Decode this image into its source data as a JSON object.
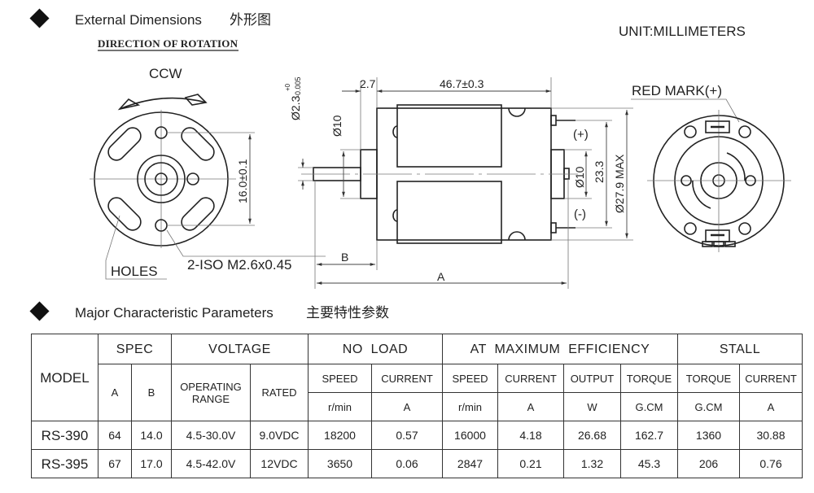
{
  "header": {
    "external_title": "External Dimensions",
    "external_title_cn": "外形图",
    "direction_title": "DIRECTION OF ROTATION",
    "unit": "UNIT:MILLIMETERS",
    "params_title": "Major Characteristic Parameters",
    "params_title_cn": "主要特性参数"
  },
  "front_view": {
    "rotation": "CCW",
    "dim_holes_spacing": "16.0±0.1",
    "holes_label": "HOLES",
    "thread_label": "2-ISO M2.6x0.45"
  },
  "side_view": {
    "shaft_dia": "Ø2.3",
    "shaft_tol_upper": "+0",
    "shaft_tol_lower": "-0.005",
    "boss_dia_front": "Ø10",
    "boss_len": "2.7",
    "body_len": "46.7±0.3",
    "plus": "(+)",
    "minus": "(-)",
    "boss_dia_rear": "Ø10",
    "terminal_spacing": "23.3",
    "body_dia": "Ø27.9 MAX",
    "dim_b": "B",
    "dim_a": "A"
  },
  "rear_view": {
    "red_mark": "RED MARK(+)"
  },
  "table": {
    "h_model": "MODEL",
    "h_spec": "SPEC",
    "h_voltage": "VOLTAGE",
    "h_noload": "NO  LOAD",
    "h_maxeff": "AT  MAXIMUM  EFFICIENCY",
    "h_stall": "STALL",
    "h_a": "A",
    "h_b": "B",
    "h_oprange": "OPERATING RANGE",
    "h_rated": "RATED",
    "h_speed": "SPEED",
    "h_current": "CURRENT",
    "h_output": "OUTPUT",
    "h_torque": "TORQUE",
    "u_rmin": "r/min",
    "u_a": "A",
    "u_w": "W",
    "u_gcm": "G.CM",
    "rows": [
      [
        "RS-390",
        "64",
        "14.0",
        "4.5-30.0V",
        "9.0VDC",
        "18200",
        "0.57",
        "16000",
        "4.18",
        "26.68",
        "162.7",
        "1360",
        "30.88"
      ],
      [
        "RS-395",
        "67",
        "17.0",
        "4.5-42.0V",
        "12VDC",
        "3650",
        "0.06",
        "2847",
        "0.21",
        "1.32",
        "45.3",
        "206",
        "0.76"
      ]
    ]
  }
}
